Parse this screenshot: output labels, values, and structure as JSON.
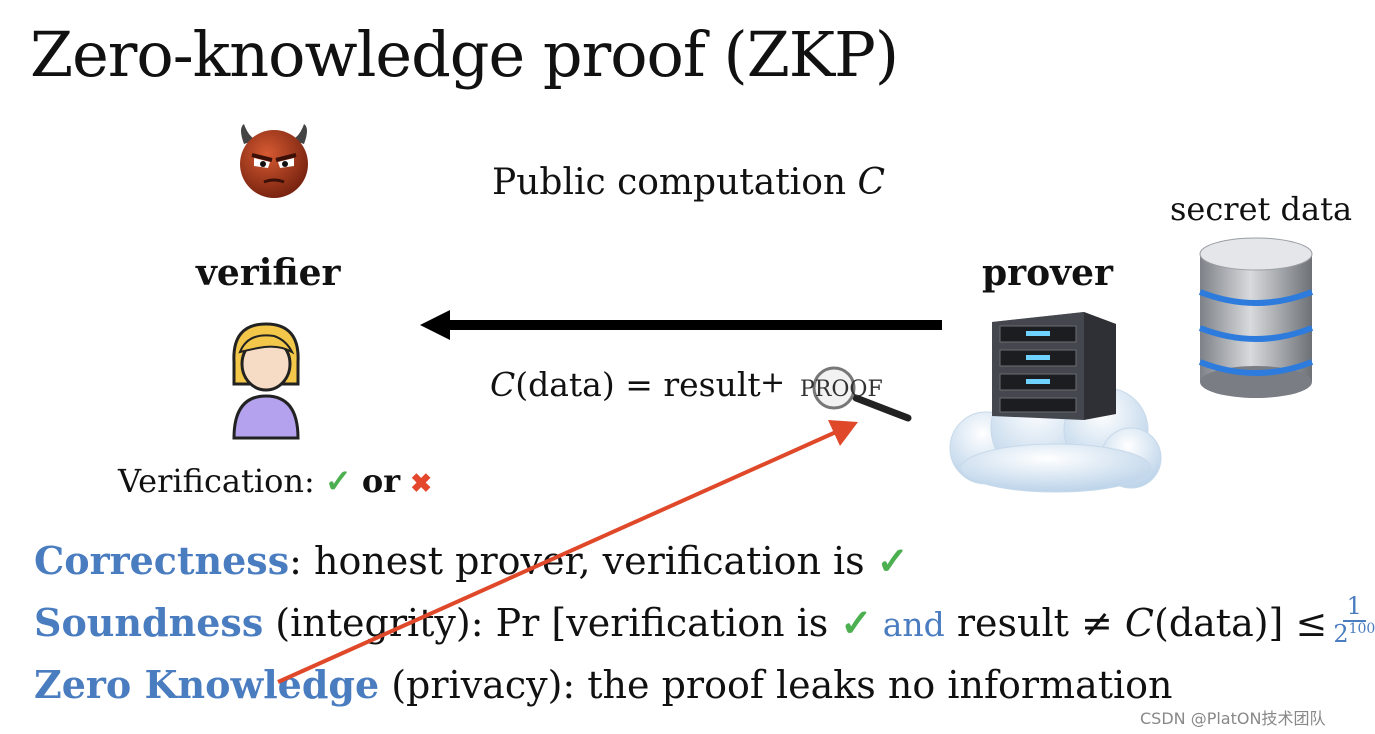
{
  "title": "Zero-knowledge proof (ZKP)",
  "public_computation": {
    "text": "Public computation ",
    "var": "C"
  },
  "secret_data": "secret data",
  "verifier_label": "verifier",
  "prover_label": "prover",
  "equation": {
    "c": "C",
    "rest": "(data) = result",
    "plus": "+"
  },
  "proof_stamp": "PROOF",
  "verification": {
    "label": "Verification: ",
    "check": "✓",
    "or": "or",
    "cross": "✖"
  },
  "properties": {
    "correctness": {
      "keyword": "Correctness",
      "text": ": honest prover, verification is ",
      "check": "✓"
    },
    "soundness": {
      "keyword": "Soundness",
      "text1": " (integrity): Pr [verification is ",
      "check": "✓",
      "and": " and",
      "text2": " result ≠ ",
      "c": "C",
      "text3": "(data)] ≤",
      "frac_num": "1",
      "frac_base": "2",
      "frac_exp": "100"
    },
    "zero_knowledge": {
      "keyword": "Zero Knowledge",
      "text": " (privacy): the proof leaks no information"
    }
  },
  "colors": {
    "accent_blue": "#4a7cc0",
    "check_green": "#4caf50",
    "arrow_red": "#e0482a"
  },
  "icons": [
    "devil-icon",
    "user-icon",
    "server-icon",
    "cloud-icon",
    "database-icon",
    "magnifier-icon",
    "arrow-left-icon",
    "arrow-red-icon"
  ],
  "watermark": "CSDN @PlatON技术团队"
}
